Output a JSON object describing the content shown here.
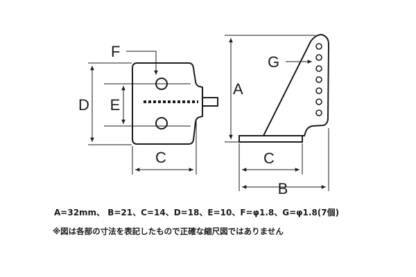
{
  "labels": {
    "A": "A",
    "B": "B",
    "C_front": "C",
    "C_side": "C",
    "D": "D",
    "E": "E",
    "F": "F",
    "G": "G"
  },
  "spec_line": "A=32mm、 B=21、C=14、D=18、E=10、F=φ1.8、G=φ1.8(7個)",
  "note_line": "※図は各部の寸法を表記したもので正確な縮尺図ではありません",
  "colors": {
    "line": "#1a1a1a",
    "hole_fill": "#ffffff",
    "background": "#ffffff"
  }
}
